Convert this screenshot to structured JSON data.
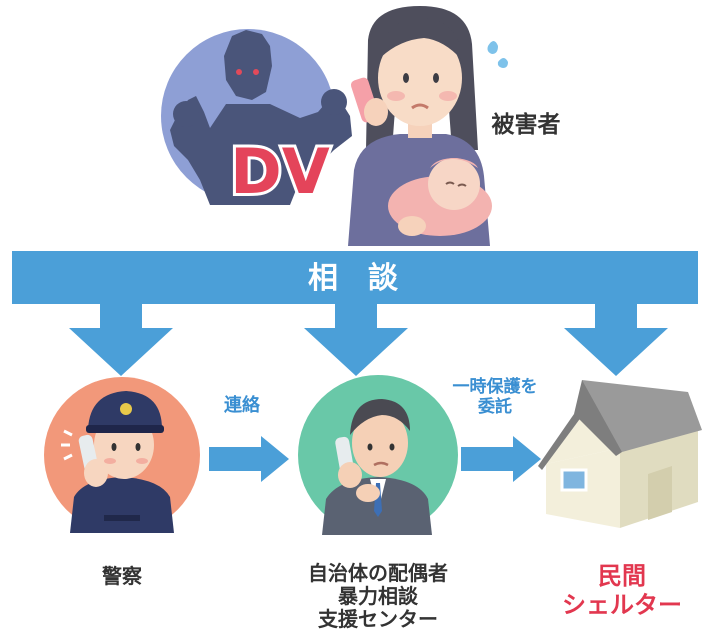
{
  "victim": {
    "badge": "DV",
    "label": "被害者"
  },
  "band": {
    "label": "相　談"
  },
  "police": {
    "label": "警察"
  },
  "center": {
    "label_lines": [
      "自治体の配偶者",
      "暴力相談",
      "支援センター"
    ]
  },
  "shelter": {
    "label_lines": [
      "民間",
      "シェルター"
    ]
  },
  "arrows": {
    "contact_label": "連絡",
    "entrust_lines": [
      "一時保護を",
      "委託"
    ]
  },
  "colors": {
    "band_blue": "#4b9fd8",
    "arrow_blue": "#4b9fd8",
    "dv_circle": "#8e9fd5",
    "dv_text": "#e4445a",
    "police_circle": "#f2987a",
    "center_circle": "#69c8a8",
    "accent_red": "#e2374f",
    "accent_blue": "#3a8fd2"
  }
}
